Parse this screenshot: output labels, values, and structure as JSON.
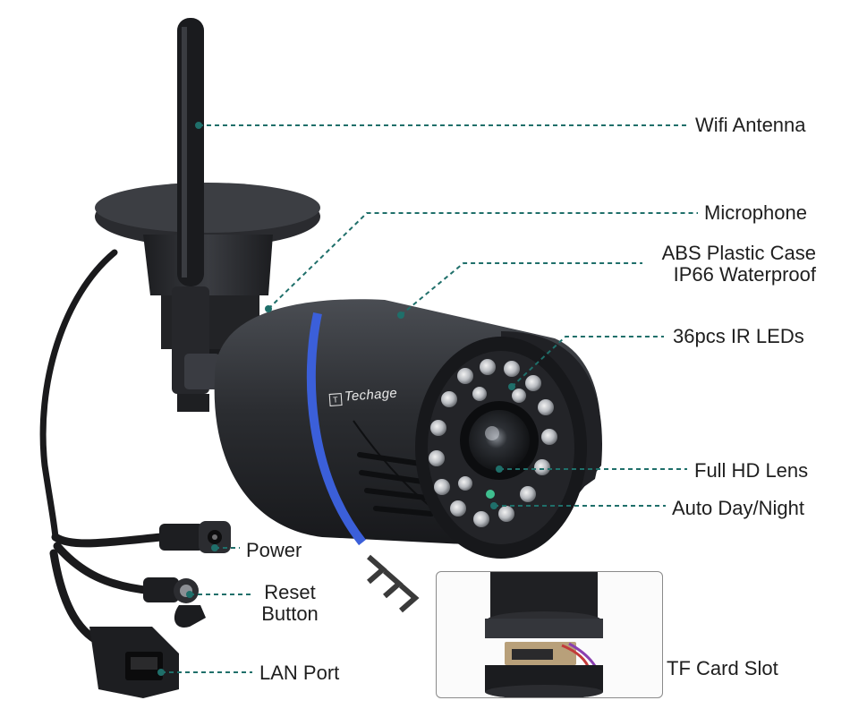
{
  "brand": {
    "logo_text": "Techage"
  },
  "callouts": {
    "wifi_antenna": "Wifi Antenna",
    "microphone": "Microphone",
    "case_line1": "ABS Plastic Case",
    "case_line2": "IP66 Waterproof",
    "ir_leds": "36pcs IR LEDs",
    "lens": "Full HD Lens",
    "day_night": "Auto Day/Night",
    "power": "Power",
    "reset_line1": "Reset",
    "reset_line2": "Button",
    "lan": "LAN Port",
    "tf_card": "TF Card Slot"
  },
  "colors": {
    "body": "#2a2c30",
    "accent_ring": "#3b5fd9",
    "leader_line": "#1f6f6a",
    "label_text": "#1e1e1e"
  },
  "icons": [
    "arrow-right-icon"
  ]
}
